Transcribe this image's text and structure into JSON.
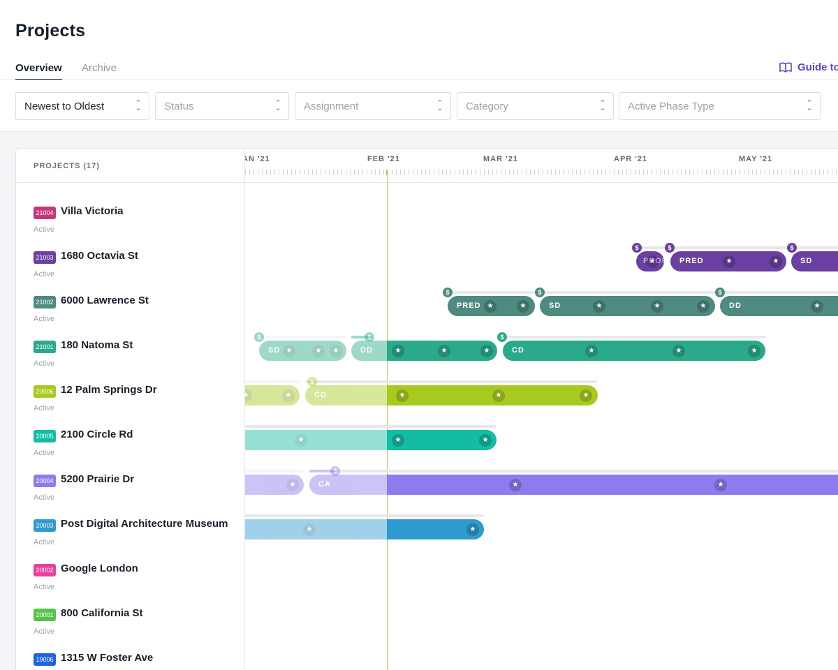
{
  "page": {
    "title": "Projects"
  },
  "tabs": {
    "overview": "Overview",
    "archive": "Archive"
  },
  "guide": {
    "label": "Guide to"
  },
  "filters": {
    "sort": "Newest to Oldest",
    "status": "Status",
    "assignment": "Assignment",
    "category": "Category",
    "phase_type": "Active Phase Type"
  },
  "list": {
    "title": "PROJECTS (17)"
  },
  "timeline": {
    "months": [
      "AN '21",
      "FEB '21",
      "MAR '21",
      "APR '21",
      "MAY '21"
    ]
  },
  "projects": [
    {
      "code": "21004",
      "name": "Villa Victoria",
      "status": "Active",
      "color": "#c8357a"
    },
    {
      "code": "21003",
      "name": "1680 Octavia St",
      "status": "Active",
      "color": "#6c3fa2"
    },
    {
      "code": "21002",
      "name": "6000 Lawrence St",
      "status": "Active",
      "color": "#4f8a80"
    },
    {
      "code": "21001",
      "name": "180 Natoma St",
      "status": "Active",
      "color": "#2aaa8a"
    },
    {
      "code": "20006",
      "name": "12 Palm Springs Dr",
      "status": "Active",
      "color": "#a6cb1e"
    },
    {
      "code": "20005",
      "name": "2100 Circle Rd",
      "status": "Active",
      "color": "#13bca3"
    },
    {
      "code": "20004",
      "name": "5200 Prairie Dr",
      "status": "Active",
      "color": "#8e7bef"
    },
    {
      "code": "20003",
      "name": "Post Digital Architecture Museum",
      "status": "Active",
      "color": "#2e9ad0"
    },
    {
      "code": "20002",
      "name": "Google London",
      "status": "Active",
      "color": "#ec3f9a"
    },
    {
      "code": "20001",
      "name": "800 California St",
      "status": "Active",
      "color": "#56c44a"
    },
    {
      "code": "19006",
      "name": "1315 W Foster Ave",
      "status": "",
      "color": "#1d63e8"
    }
  ],
  "phases": {
    "octavia": [
      "PROP",
      "PRED",
      "SD"
    ],
    "lawrence": [
      "PRED",
      "SD",
      "DD"
    ],
    "natoma": [
      "SD",
      "DD",
      "CD"
    ],
    "palm": [
      "CD"
    ],
    "prairie": [
      "CA"
    ]
  },
  "icons": {
    "star": "star-icon",
    "dollar": "dollar-icon",
    "book": "book-icon",
    "chevron": "chevron-updown-icon"
  }
}
